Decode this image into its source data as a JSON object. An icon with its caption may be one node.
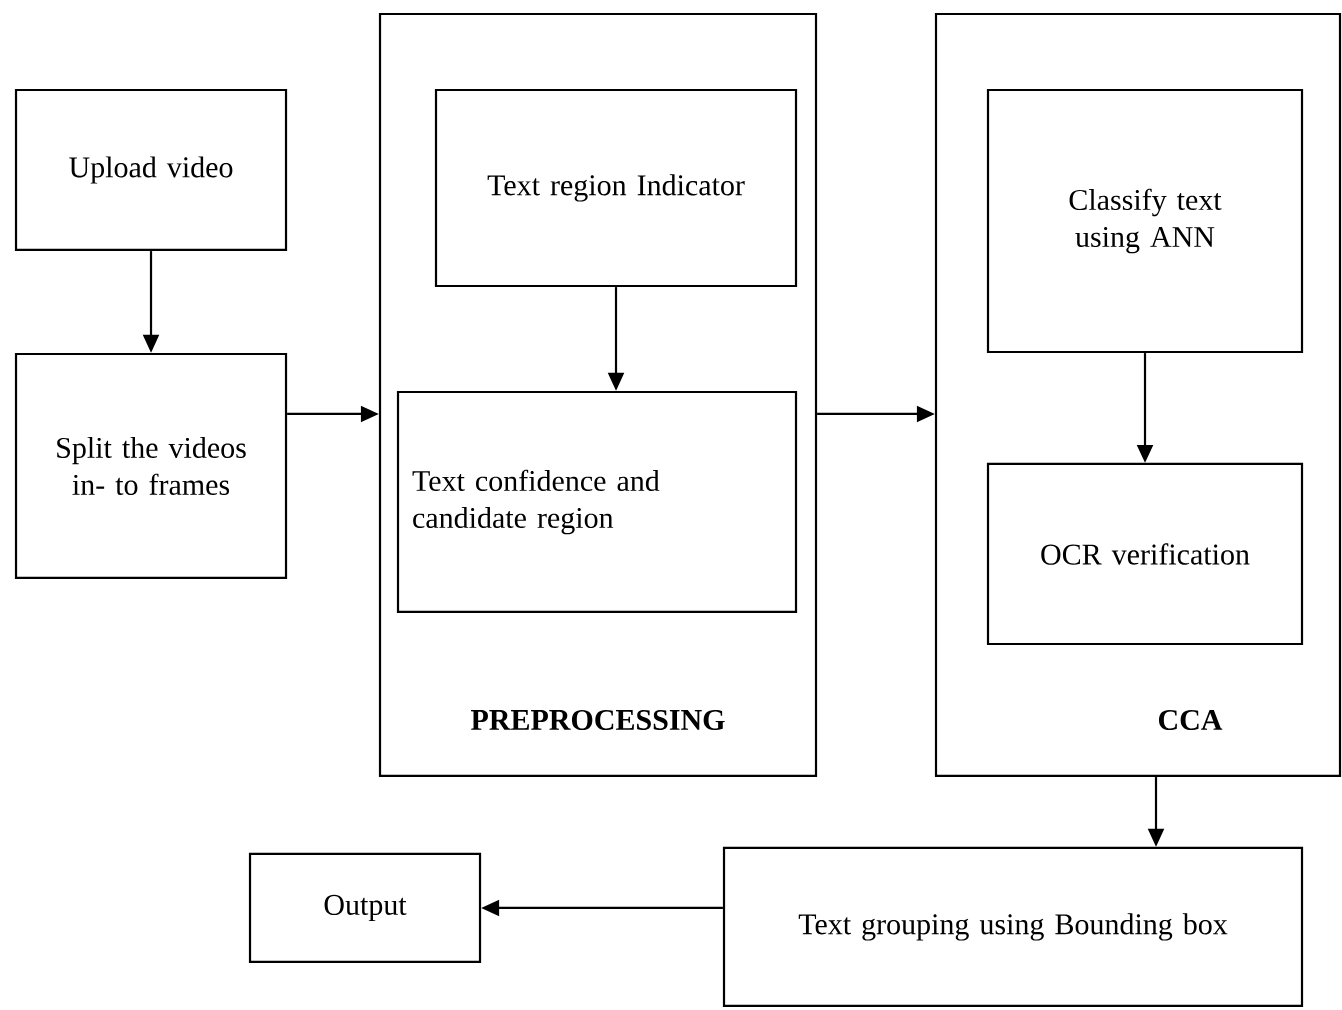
{
  "diagram": {
    "nodes": [
      {
        "text": [
          "Upload video"
        ]
      },
      {
        "text": [
          "Split the videos in- to frames"
        ]
      },
      {
        "text": [
          "PREPROCESSING"
        ]
      },
      {
        "text": [
          "Text region Indicator"
        ],
        "in": 2
      },
      {
        "text": [
          "Text confidence and candidate region"
        ],
        "in": 2
      },
      {
        "text": [
          "CCA"
        ]
      },
      {
        "text": [
          "Classify text using ANN"
        ],
        "in": 5
      },
      {
        "text": [
          "OCR verification"
        ],
        "in": 5
      },
      {
        "text": [
          "Text grouping using Bounding box"
        ]
      },
      {
        "text": [
          "Output"
        ]
      }
    ],
    "edges": [
      {
        "from": 0,
        "to": 1,
        "arrow": "to"
      },
      {
        "from": 1,
        "to": 2,
        "arrow": "to"
      },
      {
        "from": 3,
        "to": 4,
        "arrow": "to"
      },
      {
        "from": 2,
        "to": 5,
        "arrow": "to"
      },
      {
        "from": 6,
        "to": 7,
        "arrow": "to"
      },
      {
        "from": 5,
        "to": 8,
        "arrow": "to"
      },
      {
        "from": 8,
        "to": 9,
        "arrow": "to"
      }
    ]
  }
}
